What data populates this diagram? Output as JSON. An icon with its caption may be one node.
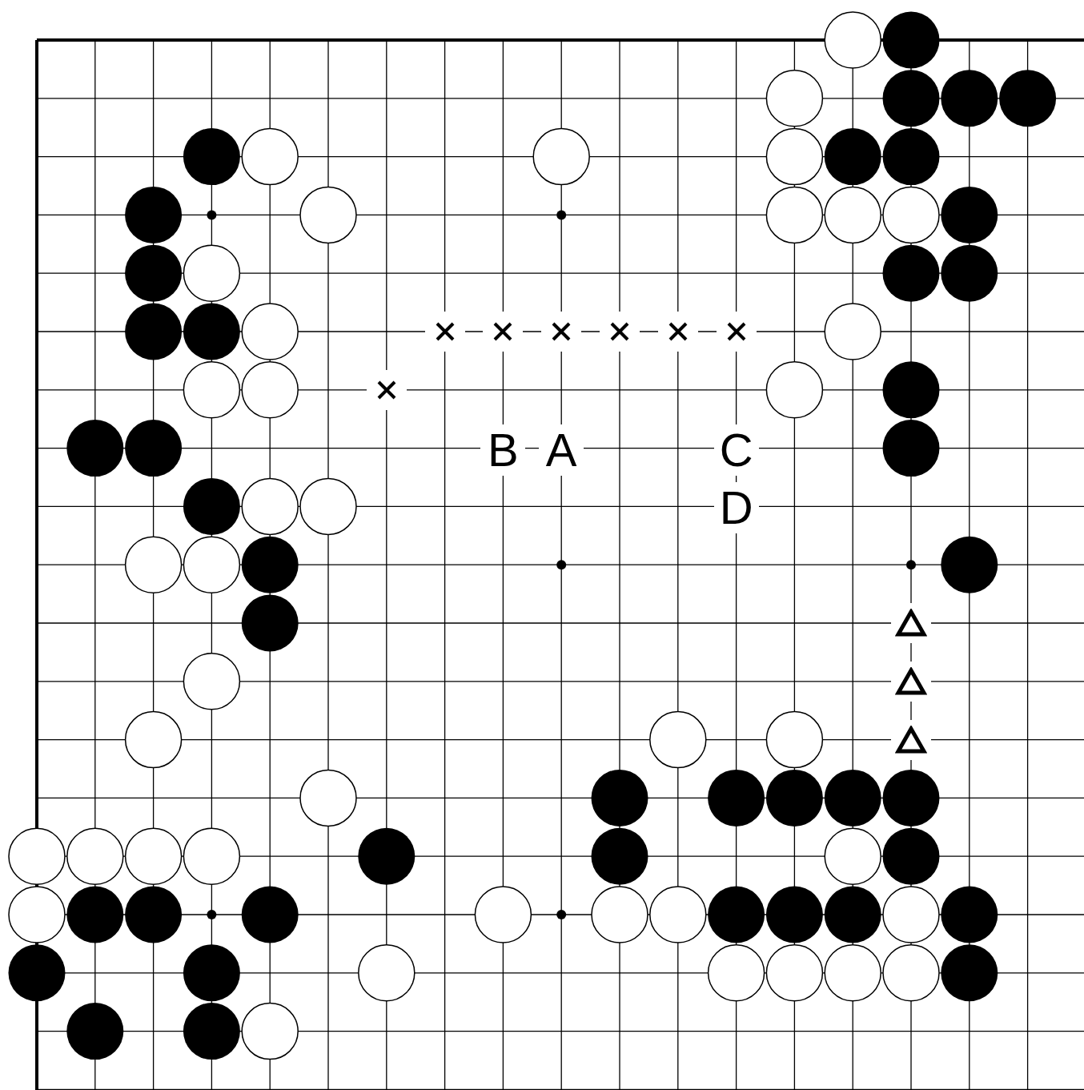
{
  "diagram": {
    "labels": [
      "B",
      "A",
      "C",
      "D"
    ]
  }
}
